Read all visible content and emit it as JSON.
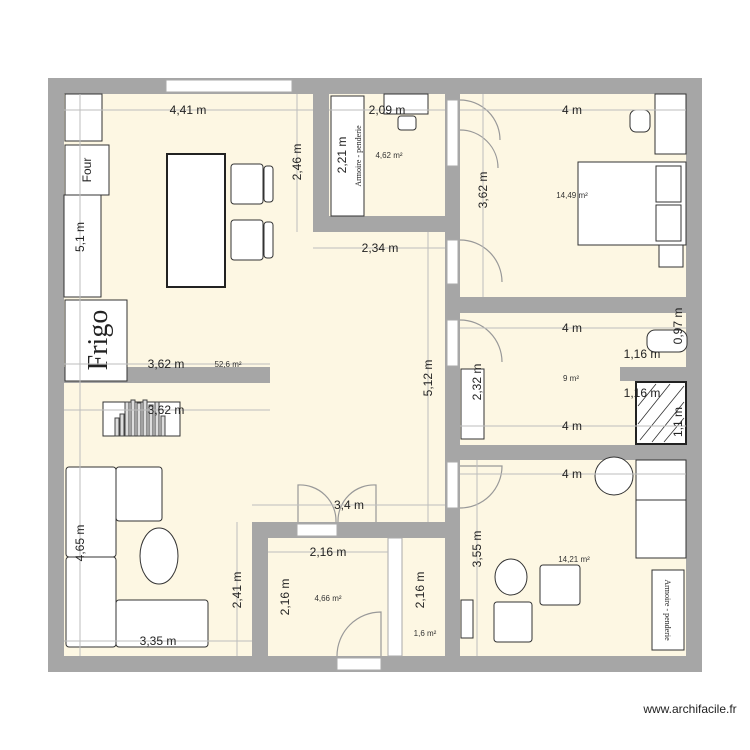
{
  "plan": {
    "colors": {
      "wall": "#a6a6a6",
      "floor": "#fdf7e3"
    },
    "rooms": {
      "living_area": "52,6 m²",
      "storage_room": "4,62 m²",
      "bedroom_top": "14,49 m²",
      "bathroom": "9 m²",
      "bedroom_bottom": "14,21 m²",
      "small_room": "4,66 m²",
      "closet": "1,6 m²"
    },
    "dimensions": {
      "d1": "4,41 m",
      "d2": "2,09 m",
      "d3": "2,46 m",
      "d4": "2,21 m",
      "d5": "2,34 m",
      "d6": "5,1 m",
      "d7": "3,62 m",
      "d8": "3,62 m",
      "d9": "5,12 m",
      "d10": "4 m",
      "d11": "3,62 m",
      "d12": "4 m",
      "d13": "0,97 m",
      "d14": "1,16 m",
      "d15": "2,32 m",
      "d16": "1,16 m",
      "d17": "1,1 m",
      "d18": "4 m",
      "d19": "4 m",
      "d20": "3,4 m",
      "d21": "4,65 m",
      "d22": "2,16 m",
      "d23": "3,55 m",
      "d24": "2,41 m",
      "d25": "2,16 m",
      "d26": "2,16 m",
      "d27": "3,35 m"
    },
    "furniture_labels": {
      "oven": "Four",
      "fridge": "Frigo",
      "wardrobe_1": "Armoire - penderie",
      "wardrobe_2": "Armoire - penderie"
    },
    "watermark": "www.archifacile.fr"
  }
}
